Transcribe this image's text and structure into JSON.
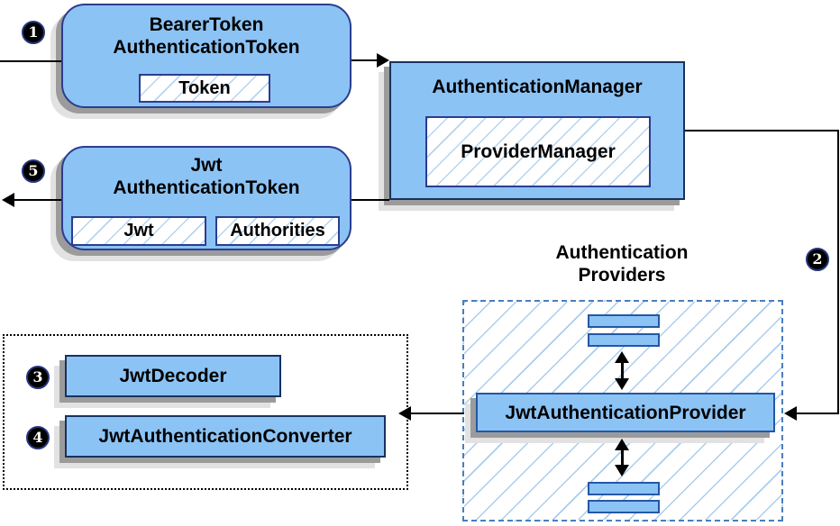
{
  "diagram": {
    "heading": {
      "line1": "Authentication",
      "line2": "Providers"
    },
    "nodes": {
      "bearer_token": {
        "title_line1": "BearerToken",
        "title_line2": "AuthenticationToken",
        "field": "Token"
      },
      "authentication_manager": {
        "title": "AuthenticationManager",
        "field": "ProviderManager"
      },
      "jwt_authentication_token": {
        "title_line1": "Jwt",
        "title_line2": "AuthenticationToken",
        "field1": "Jwt",
        "field2": "Authorities"
      },
      "jwt_authentication_provider": {
        "title": "JwtAuthenticationProvider"
      },
      "jwt_decoder": {
        "title": "JwtDecoder"
      },
      "jwt_authentication_converter": {
        "title": "JwtAuthenticationConverter"
      }
    },
    "steps": [
      {
        "label": "1"
      },
      {
        "label": "2"
      },
      {
        "label": "3"
      },
      {
        "label": "4"
      },
      {
        "label": "5"
      }
    ],
    "colors": {
      "node_fill": "#8CC3F5",
      "node_border_dark": "#17325E",
      "node_border_indigo": "#2B3D8F",
      "provider_border": "#2457A5",
      "hatch_line": "#A9CDEE",
      "dashed_border": "#4A7EBB",
      "dotted_border": "#000000",
      "shadow_dark": "#9B9B9B",
      "shadow_light": "#E2E2E2",
      "arrow": "#000000",
      "badge_bg": "#000000",
      "badge_text": "#FFFDF5"
    }
  }
}
